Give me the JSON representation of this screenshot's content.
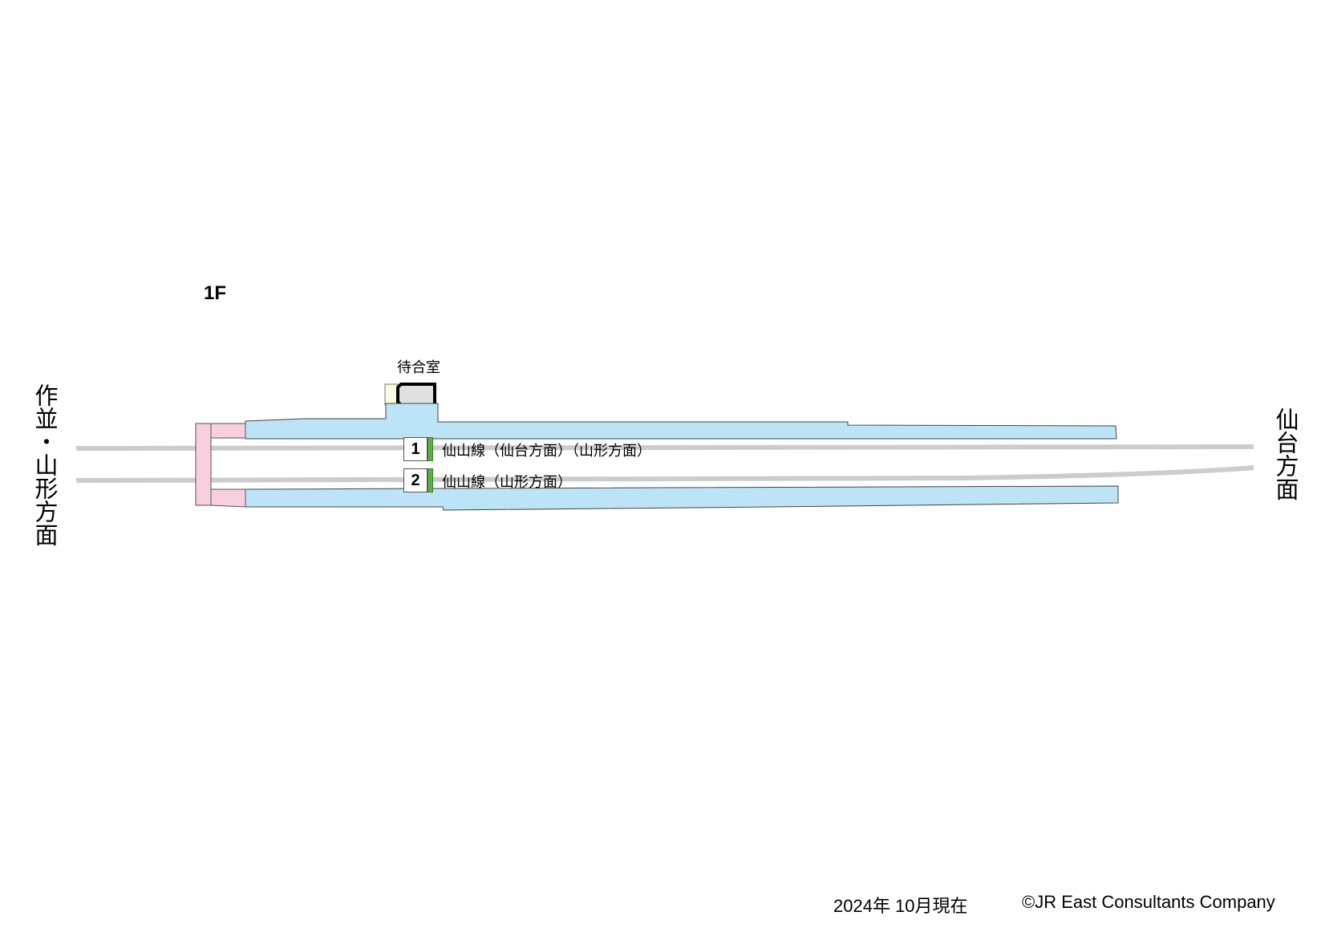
{
  "floor_label": "1F",
  "directions": {
    "left": "作並・山形方面",
    "right": "仙台方面"
  },
  "waiting_room": "待合室",
  "platforms": [
    {
      "number": "1",
      "label": "仙山線（仙台方面）（山形方面）"
    },
    {
      "number": "2",
      "label": "仙山線（山形方面）"
    }
  ],
  "footer": {
    "date": "2024年 10月現在",
    "copyright": "©JR East Consultants Company"
  },
  "colors": {
    "platform": "#bde3f7",
    "crossing": "#f7cfe0",
    "track": "#cccccc",
    "line_color": "#5db146",
    "facility": "#fdfbe0"
  }
}
